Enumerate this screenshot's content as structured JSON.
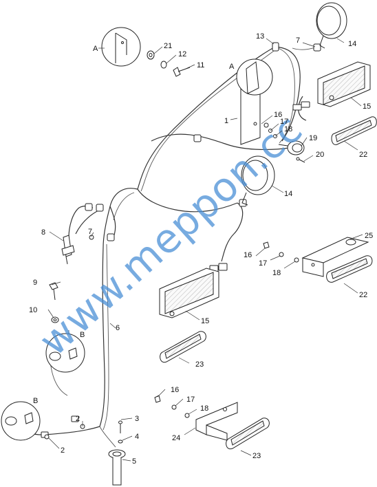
{
  "callouts": {
    "c1": "1",
    "c2a": "2",
    "c2b": "2",
    "c3": "3",
    "c4": "4",
    "c5": "5",
    "c6": "6",
    "c7a": "7",
    "c7b": "7",
    "c8": "8",
    "c9": "9",
    "c10": "10",
    "c11": "11",
    "c12": "12",
    "c13": "13",
    "c14a": "14",
    "c14b": "14",
    "c15a": "15",
    "c15b": "15",
    "c16a": "16",
    "c16b": "16",
    "c16c": "16",
    "c17a": "17",
    "c17b": "17",
    "c17c": "17",
    "c18a": "18",
    "c18b": "18",
    "c18c": "18",
    "c19": "19",
    "c20": "20",
    "c21": "21",
    "c22a": "22",
    "c22b": "22",
    "c23a": "23",
    "c23b": "23",
    "c24": "24",
    "c25": "25"
  },
  "details": {
    "detail_a_label_1": "A",
    "detail_a_label_2": "A",
    "detail_b_label_1": "B",
    "detail_b_label_2": "B"
  },
  "watermark": {
    "text": "www.meppon.cc",
    "color": "#4a8fd6"
  }
}
